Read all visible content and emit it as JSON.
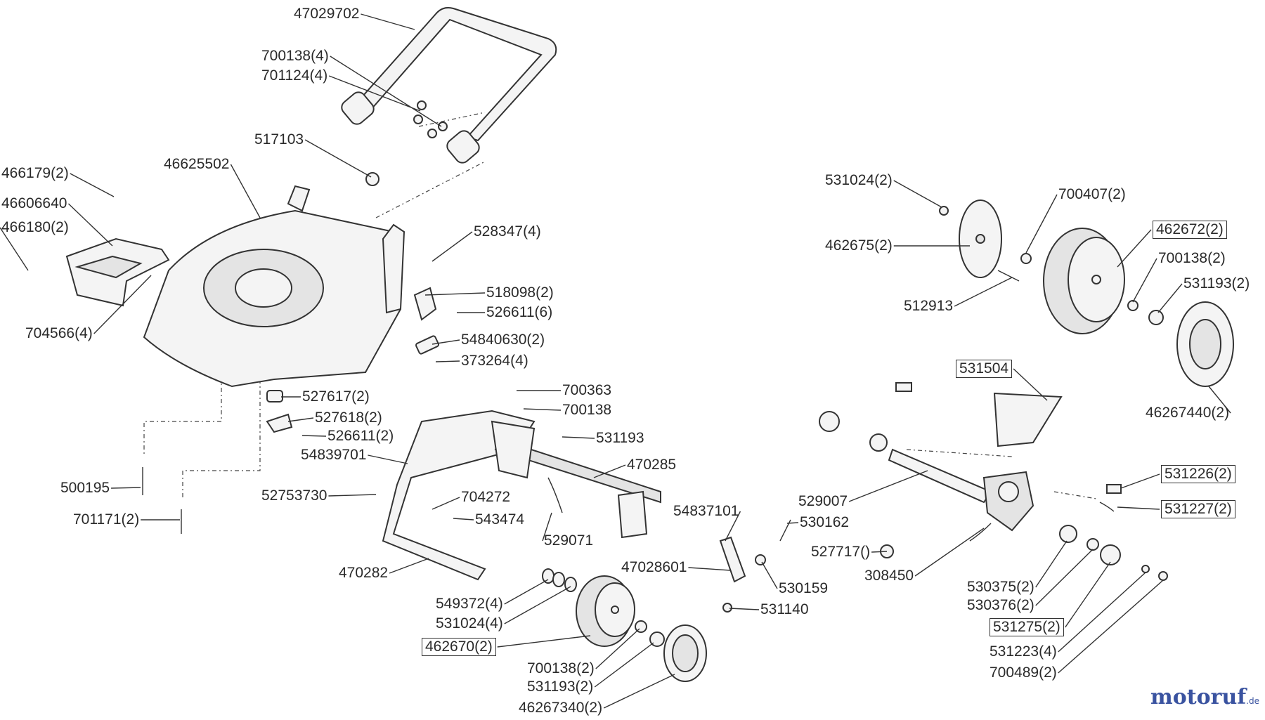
{
  "labels": [
    "47029702",
    "700138(4)",
    "701124(4)",
    "517103",
    "46625502",
    "466179(2)",
    "46606640",
    "466180(2)",
    "704566(4)",
    "528347(4)",
    "518098(2)",
    "526611(6)",
    "54840630(2)",
    "373264(4)",
    "527617(2)",
    "527618(2)",
    "526611(2)",
    "54839701",
    "500195",
    "52753730",
    "701171(2)",
    "700363",
    "700138",
    "531193",
    "470285",
    "704272",
    "543474",
    "529071",
    "470282",
    "549372(4)",
    "531024(4)",
    "462670(2)",
    "700138(2)",
    "531193(2)",
    "46267340(2)",
    "54837101",
    "530162",
    "47028601",
    "530159",
    "531140",
    "531024(2)",
    "700407(2)",
    "462675(2)",
    "462672(2)",
    "700138(2)",
    "531193(2)",
    "512913",
    "46267440(2)",
    "531504",
    "531226(2)",
    "529007",
    "531227(2)",
    "527717()",
    "308450",
    "530375(2)",
    "530376(2)",
    "531275(2)",
    "531223(4)",
    "700489(2)"
  ],
  "boxed_labels": [
    "462670(2)",
    "462672(2)",
    "531504",
    "531226(2)",
    "531227(2)",
    "531275(2)"
  ],
  "watermark": {
    "main": "motoruf",
    "suffix": ".de"
  }
}
